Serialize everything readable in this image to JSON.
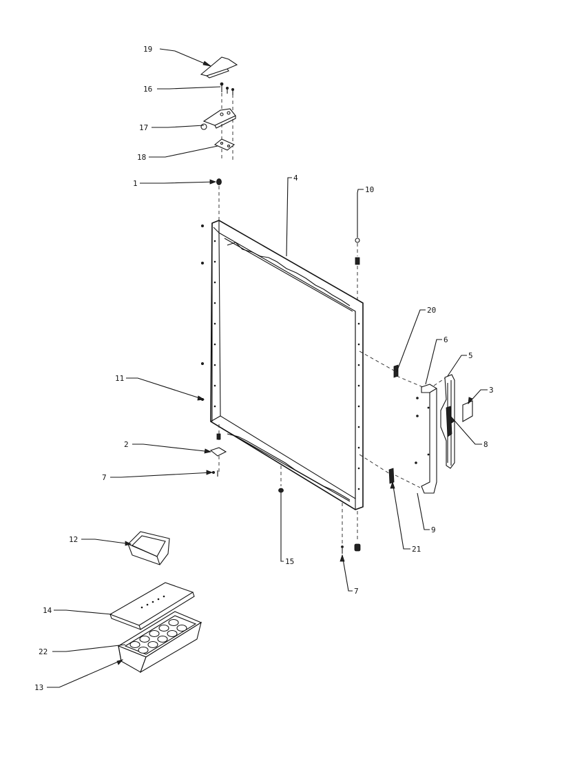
{
  "diagram": {
    "callouts": {
      "c1": "1",
      "c2": "2",
      "c3": "3",
      "c4": "4",
      "c5": "5",
      "c6": "6",
      "c7a": "7",
      "c7b": "7",
      "c8": "8",
      "c9": "9",
      "c10": "10",
      "c11": "11",
      "c12": "12",
      "c13": "13",
      "c14": "14",
      "c15": "15",
      "c16": "16",
      "c17": "17",
      "c18": "18",
      "c19": "19",
      "c20": "20",
      "c21": "21",
      "c22": "22"
    }
  }
}
